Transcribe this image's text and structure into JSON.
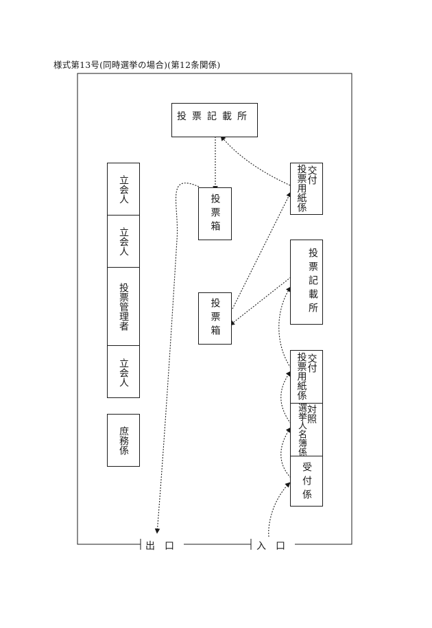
{
  "caption": "様式第13号(同時選挙の場合)(第12条関係)",
  "left_column": {
    "witness_1": "立会人",
    "witness_2": "立会人",
    "manager": "投票管理者",
    "witness_3": "立会人",
    "clerk": "庶務係"
  },
  "top_booth": "投票記載所",
  "ballot_box_1": "投票箱",
  "ballot_box_2": "投票箱",
  "issue_desk_1": {
    "line1": "交付",
    "line2": "投票用紙係"
  },
  "right_booth": "投票記載所",
  "issue_desk_2": {
    "line1": "交付",
    "line2": "投票用紙係"
  },
  "roll_check": {
    "line1": "対照",
    "line2": "選挙人名簿係"
  },
  "reception": "受付係",
  "exit_label": "出口",
  "entrance_label": "入口"
}
